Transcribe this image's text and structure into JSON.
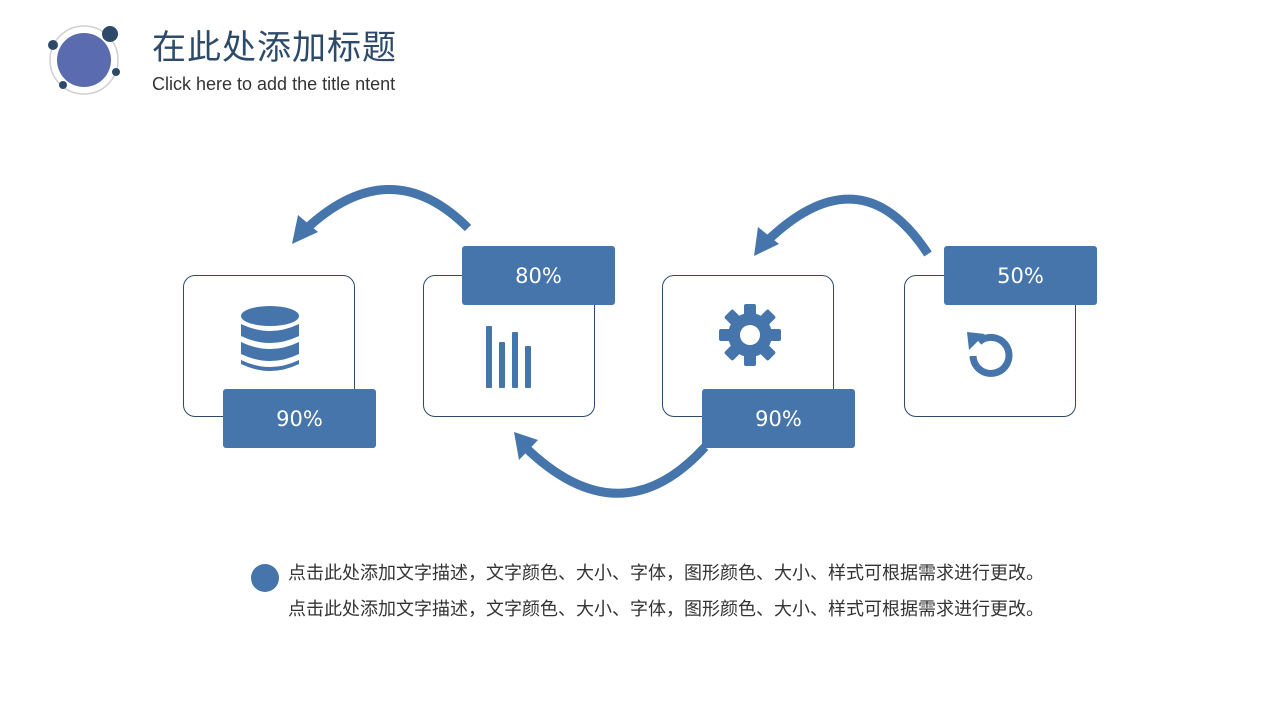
{
  "header": {
    "title": "在此处添加标题",
    "subtitle": "Click here to add the title ntent"
  },
  "cards": [
    {
      "icon": "database-icon",
      "percent": "90%"
    },
    {
      "icon": "bar-chart-icon",
      "percent": "80%"
    },
    {
      "icon": "gear-icon",
      "percent": "90%"
    },
    {
      "icon": "refresh-icon",
      "percent": "50%"
    }
  ],
  "description": {
    "line1": "点击此处添加文字描述，文字颜色、大小、字体，图形颜色、大小、样式可根据需求进行更改。",
    "line2": "点击此处添加文字描述，文字颜色、大小、字体，图形颜色、大小、样式可根据需求进行更改。"
  },
  "colors": {
    "accent": "#4575aa",
    "border": "#2d4a6b",
    "title": "#2d4a6b"
  }
}
